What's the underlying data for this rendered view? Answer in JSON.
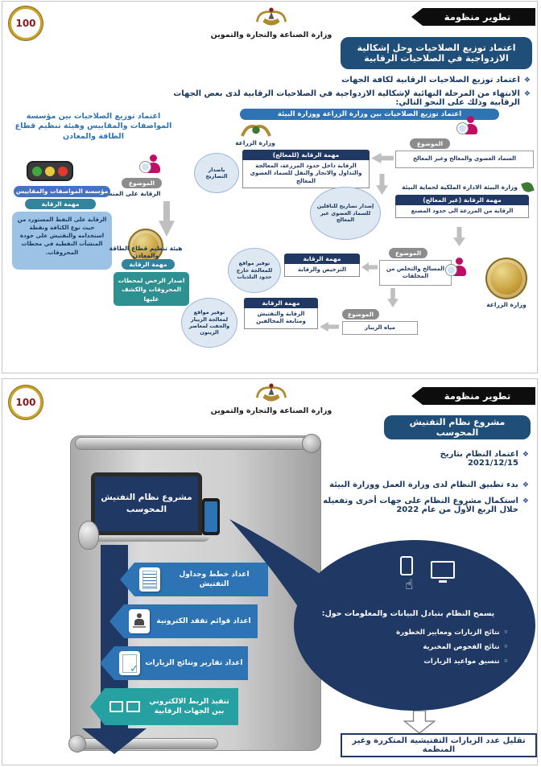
{
  "page": {
    "ribbon_title": "تطوير منظومة التفتيش",
    "ministry": "وزارة الصناعة والتجارة والتموين",
    "logo_text": "100"
  },
  "slide1": {
    "heading": "اعتماد توزيع الصلاحيات وحل إشكالية الازدواجية في الصلاحيات الرقابية",
    "bullet1": "اعتماد توزيع الصلاحيات الرقابية لكافة الجهات",
    "bullet2": "الانتهاء من المرحلة النهائية لإشكالية الازدواجية في الصلاحيات الرقابية لدى بعض الجهات الرقابية وذلك على النحو التالي:",
    "right": {
      "title": "اعتماد توزيع الصلاحيات بين وزارة الزراعة ووزارة البيئة",
      "agri1_label": "وزارة الزراعة",
      "task1_header": "مهمة الرقابة (للمعالج)",
      "task1_body": "الرقابة داخل حدود المزرعة، المعالجة والتداول والاتجار والنقل للسماد العضوي المعالج",
      "subject_label": "الموضوع",
      "subject1_body": "السماد العضوي والمعالج وغير المعالج",
      "cloud1": "باصدار التصاريح",
      "env_label": "وزارة البيئة الادارة الملكية لحماية البيئة",
      "task2_header": "مهمة الرقابة (غير المعالج)",
      "task2_body": "الرقابة من المزرعة الى حدود المصنع",
      "cloud2": "إصدار تصاريح للناقلين للسماد العضوي غير المعالج",
      "cloud3": "توفير مواقع للمعالجة خارج حدود البلديات",
      "task3_header": "مهمة الرقابة",
      "task3_body": "الترخيص والرقابة",
      "subject2_body": "المسالخ والتخلص من المخلفات",
      "agri2_label": "وزارة الزراعة",
      "subject3_body": "مياه الزيبار",
      "task4_header": "مهمة الرقابة",
      "task4_body": "الرقابة والتفتيش ومتابعة المخالفين",
      "cloud4": "توفير مواقع لمعالجة الزيبار والجفت لمعاصر الزيتون"
    },
    "left": {
      "title": "اعتماد توزيع الصلاحيات بين مؤسسة المواصفات والمقاييس وهيئة تنظيم قطاع الطاقة والمعادن",
      "subject_label": "الموضوع",
      "subject_body": "الرقابة على المنشآت النفطية",
      "jsmo_label": "مؤسسة المواصفات والمقاييس",
      "task_label": "مهمة الرقابة",
      "jsmo_body": "الرقابة على النفط المستورد من حيث نوع الكثافة ونقطة استخدامه والتفتيش على جودة المنشآت النفطية في محطات المحروقات.",
      "emrc_label": "هيئة تنظيم قطاع الطاقة والمعادن",
      "task2_label": "مهمة الرقابة",
      "emrc_body": "اصدار الرخص لمحطات المحروقات والكشف عليها"
    }
  },
  "slide2": {
    "heading": "مشروع نظام التفتيش المحوسب",
    "bullet1": "اعتماد النظام بتاريخ 2021/12/15",
    "bullet2": "بدء تطبيق النظام لدى وزارة العمل ووزارة البيئة",
    "bullet3": "استكمال مشروع النظام على جهات أخرى وتفعيله خلال الربع الأول من عام 2022",
    "screen_label": "مشروع نظام التفتيش المحوسب",
    "steps": [
      "اعداد خطط وجداول التفتيش",
      "اعداد قوائم تفقد الكترونية",
      "اعداد تقارير ونتائج الزيارات",
      "تنفيذ الربط الالكتروني بين الجهات الرقابية"
    ],
    "balloon_intro": "يسمح النظام بتبادل البيانات والمعلومات حول:",
    "balloon_items": [
      "نتائج الزيارات ومعايير الخطورة",
      "نتائج الفحوص المخبرية",
      "تنسيق مواعيد الزيارات"
    ],
    "result": "تقليل عدد الزيارات التفتيشية المتكررة وغير المنظمة"
  }
}
